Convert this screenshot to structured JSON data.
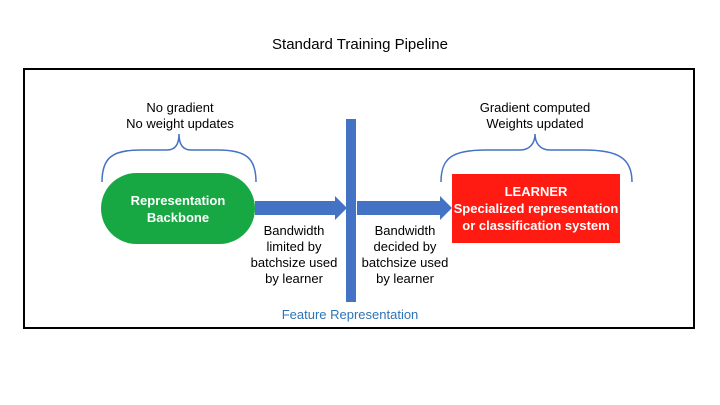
{
  "title": "Standard Training Pipeline",
  "left_note": {
    "line1": "No gradient",
    "line2": "No weight updates"
  },
  "right_note": {
    "line1": "Gradient computed",
    "line2": "Weights updated"
  },
  "backbone": {
    "line1": "Representation",
    "line2": "Backbone"
  },
  "learner": {
    "line1": "LEARNER",
    "line2": "Specialized representation",
    "line3": "or classification system"
  },
  "left_bandwidth": {
    "line1": "Bandwidth",
    "line2": "limited by",
    "line3": "batchsize used",
    "line4": "by learner"
  },
  "right_bandwidth": {
    "line1": "Bandwidth",
    "line2": "decided by",
    "line3": "batchsize used",
    "line4": "by learner"
  },
  "feature_label": "Feature Representation",
  "colors": {
    "backbone": "#17a843",
    "learner": "#ff1a12",
    "arrow": "#4472c4",
    "feature_label": "#2e74b5"
  }
}
